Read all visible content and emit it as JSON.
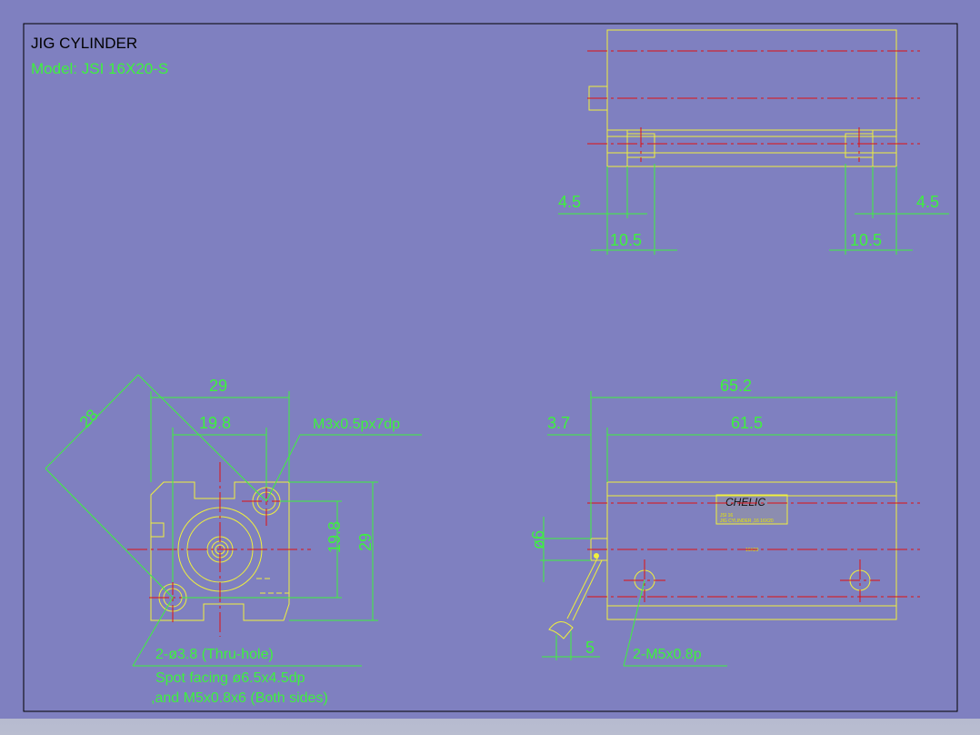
{
  "colors": {
    "background": "#7f80c0",
    "part_outline": "#f0f03c",
    "dimension": "#3df23d",
    "center_line": "#e01010",
    "border": "#000000"
  },
  "title": {
    "name": "JIG CYLINDER",
    "model": "Model: JSI 16X20-S"
  },
  "top_view": {
    "dim_left_offset": "4.5",
    "dim_right_offset": "4.5",
    "dim_left_width": "10.5",
    "dim_right_width": "10.5"
  },
  "front_view": {
    "dim_width": "29",
    "dim_hole_pitch": "19.8",
    "dim_diagonal": "28",
    "dim_height": "29",
    "dim_vertical_pitch": "19.8",
    "callout_thread": "M3x0.5px7dp",
    "callout_thru_hole": "2-ø3.8 (Thru-hole)",
    "callout_spot_facing": "Spot facing ø6.5x4.5dp",
    "callout_and": ",and M5x0.8x6 (Both sides)"
  },
  "side_view": {
    "dim_total_length": "65.2",
    "dim_body_length": "61.5",
    "dim_rod_offset": "3.7",
    "dim_rod_dia": "ø6",
    "dim_tip": "5",
    "callout_ports": "2-M5x0.8p",
    "brand_label": "CHELIC",
    "label_line_1": "JSI 16",
    "label_line_2": "JIG CYLINDER ,16 16X20",
    "body_mark": "16X20"
  }
}
